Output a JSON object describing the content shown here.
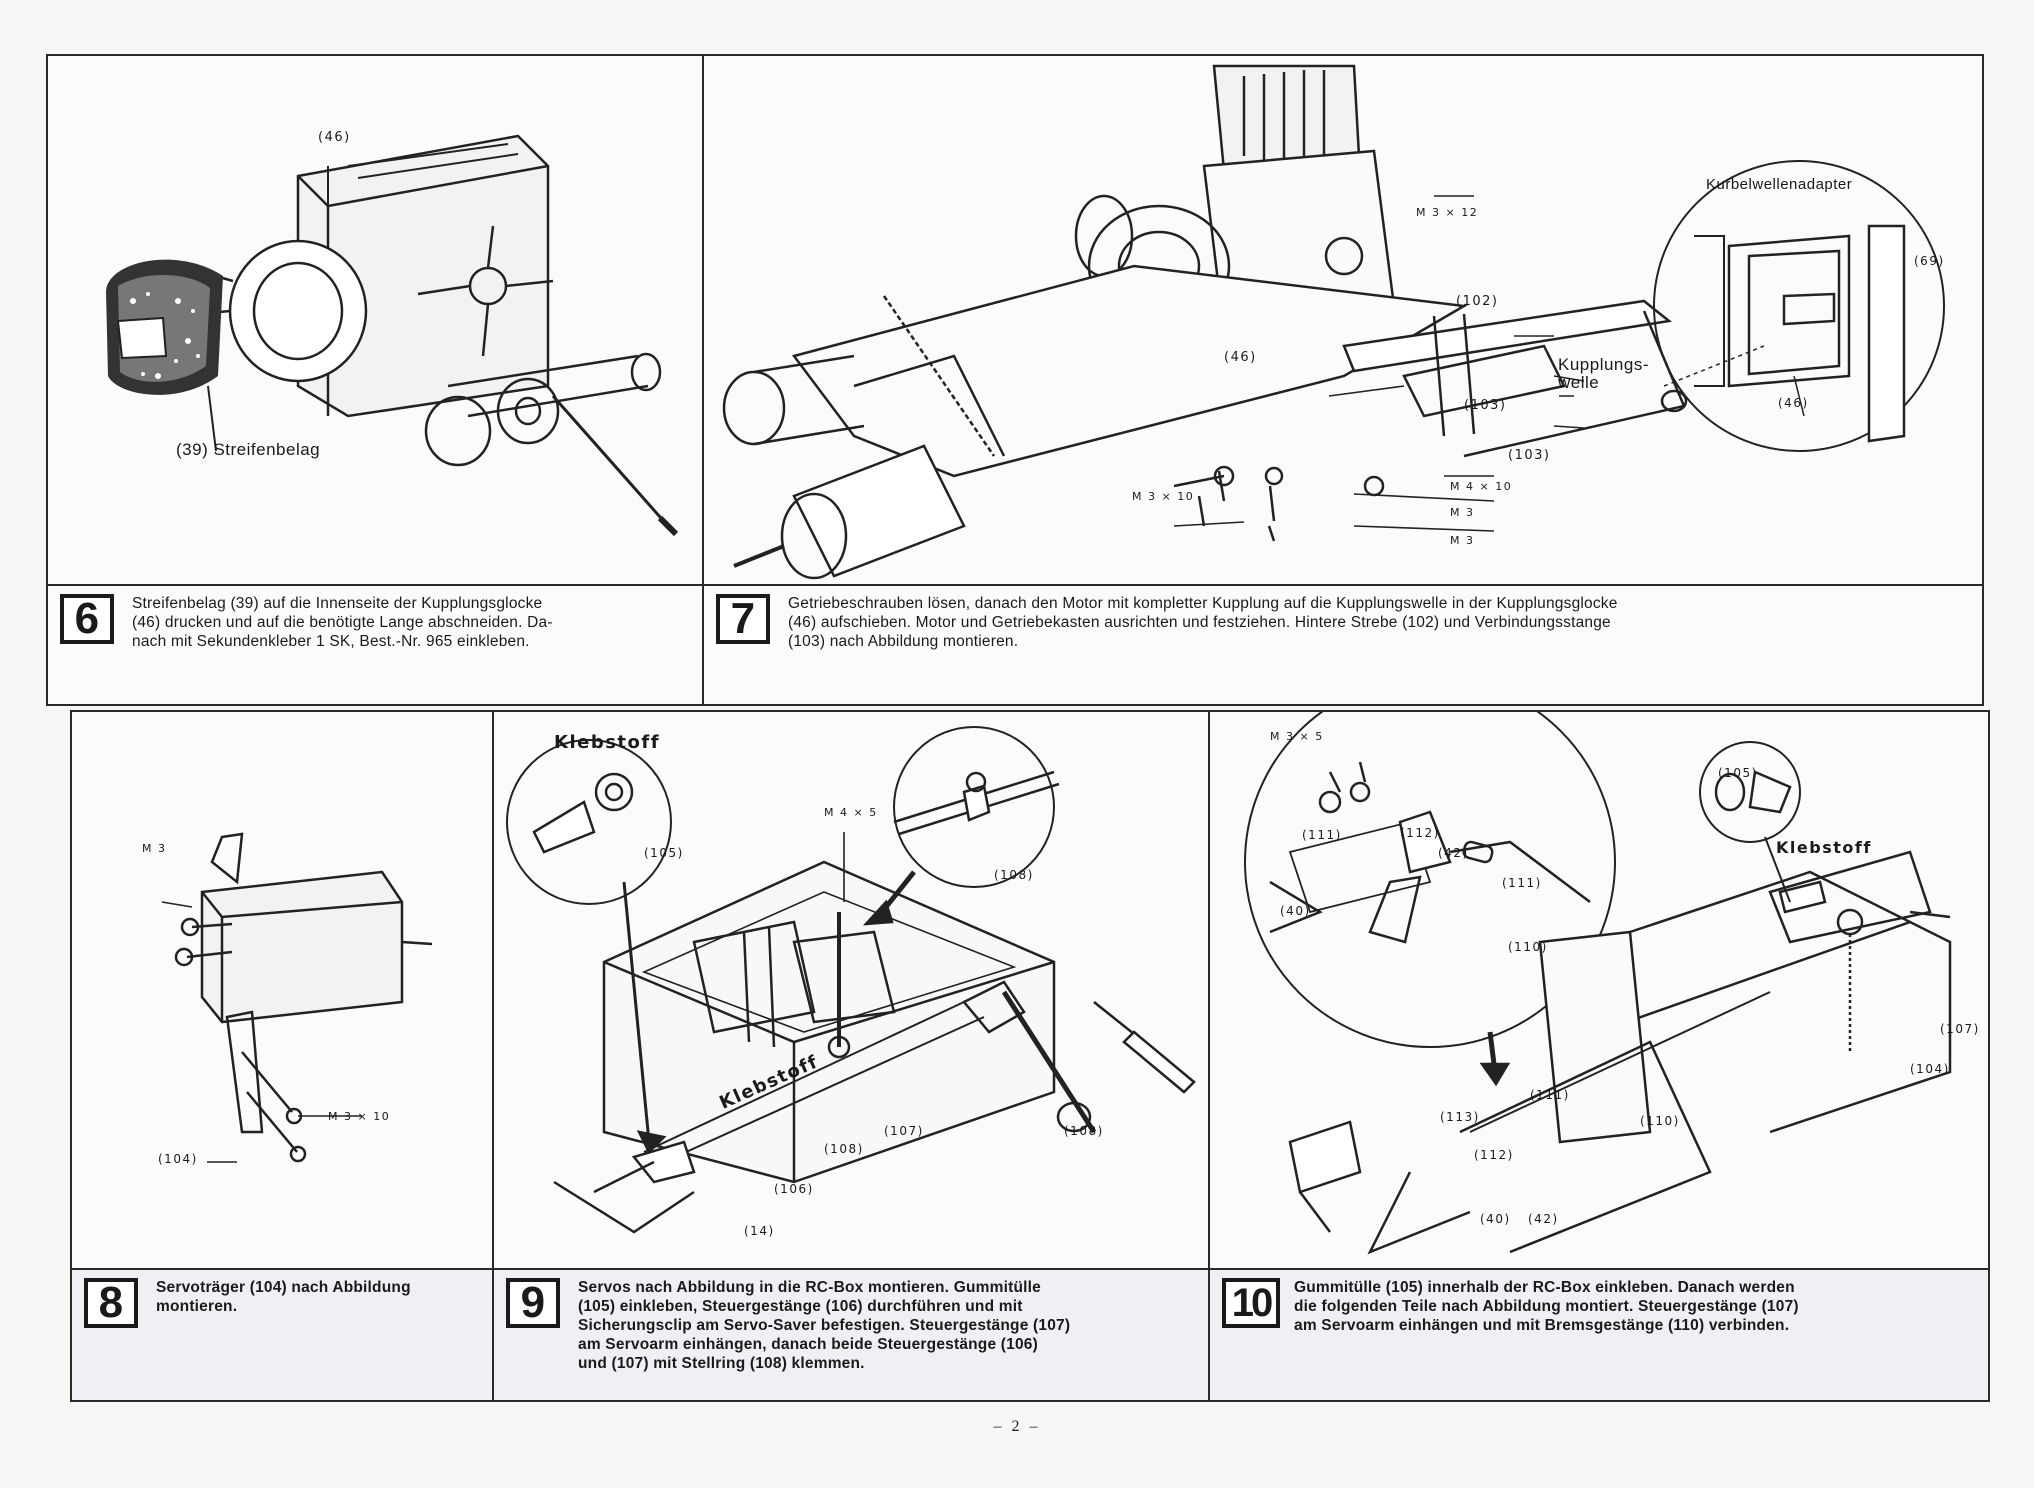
{
  "steps": [
    {
      "number": "6",
      "caption": "Streifenbelag (39) auf die Innenseite der Kupplungsglocke\n(46) drucken und auf die benötigte Lange abschneiden. Da-\nnach mit Sekundenkleber 1 SK, Best.-Nr. 965 einkleben.",
      "labels": {
        "part46": "(46)",
        "part39": "(39) Streifenbelag"
      }
    },
    {
      "number": "7",
      "caption": "Getriebeschrauben lösen, danach den Motor mit kompletter Kupplung auf die Kupplungswelle in der Kupplungsglocke\n(46) aufschieben. Motor und Getriebekasten ausrichten und festziehen. Hintere Strebe (102) und Verbindungsstange\n(103) nach Abbildung montieren.",
      "labels": {
        "m3x12": "M 3 × 12",
        "part102": "(102)",
        "part46": "(46)",
        "part103a": "(103)",
        "part103b": "(103)",
        "m4x10": "M 4 × 10",
        "m3x10": "M 3 × 10",
        "m3a": "M 3",
        "m3b": "M 3",
        "kurbel": "Kurbelwellenadapter",
        "kupplungswelle": "Kupplungs-\nwelle",
        "part69": "(69)",
        "part46b": "(46)"
      }
    },
    {
      "number": "8",
      "caption": "Servoträger (104) nach Abbildung\nmontieren.",
      "labels": {
        "m3": "M 3",
        "m3x10": "M 3 × 10",
        "part104": "(104)"
      }
    },
    {
      "number": "9",
      "caption": "Servos nach Abbildung in die RC-Box montieren. Gummitülle\n(105) einkleben, Steuergestänge (106) durchführen und mit\nSicherungsclip am Servo-Saver befestigen. Steuergestänge (107)\nam Servoarm einhängen, danach beide Steuergestänge (106)\nund (107) mit Stellring (108) klemmen.",
      "labels": {
        "klebstoff1": "Klebstoff",
        "klebstoff2": "Klebstoff",
        "m4x5": "M 4 × 5",
        "part105": "(105)",
        "part108a": "(108)",
        "part108b": "(108)",
        "part107": "(107)",
        "part108c": "(108)",
        "part106": "(106)",
        "part14": "(14)"
      }
    },
    {
      "number": "10",
      "caption": "Gummitülle (105) innerhalb der RC-Box einkleben. Danach werden\ndie folgenden Teile nach Abbildung montiert. Steuergestänge (107)\nam Servoarm einhängen und mit Bremsgestänge (110) verbinden.",
      "labels": {
        "m3x5": "M 3 × 5",
        "part105": "(105)",
        "klebstoff": "Klebstoff",
        "part111a": "(111)",
        "part112": "(112)",
        "part42a": "(42)",
        "part111b": "(111)",
        "part40a": "(40)",
        "part110a": "(110)",
        "part107": "(107)",
        "part104": "(104)",
        "part113": "(113)",
        "part111c": "(111)",
        "part110b": "(110)",
        "part112b": "(112)",
        "part40b": "(40)",
        "part42b": "(42)"
      }
    }
  ],
  "page_number": "– 2 –"
}
